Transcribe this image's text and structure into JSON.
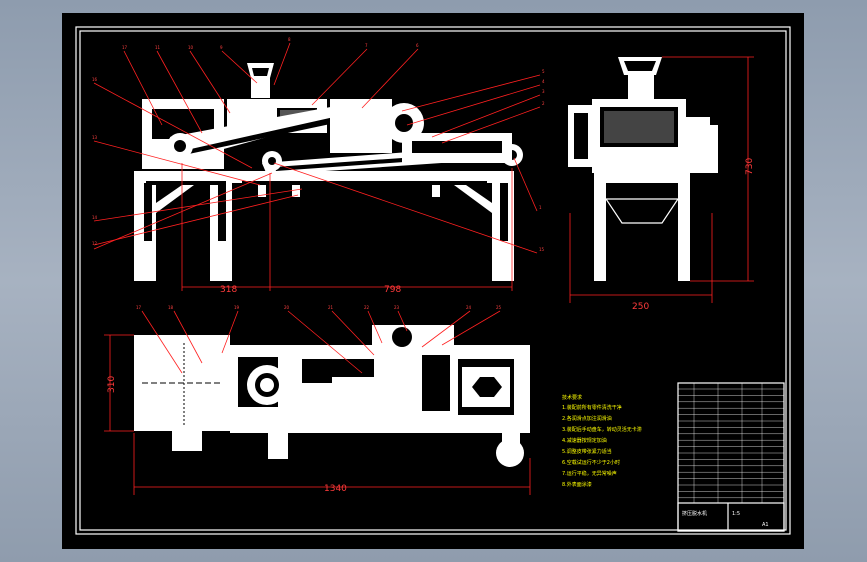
{
  "dimensions": {
    "front_left_width": "318",
    "front_right_width": "798",
    "side_width": "250",
    "side_height": "730",
    "top_length": "1340",
    "top_width": "310"
  },
  "callouts": {
    "front": [
      "17",
      "11",
      "10",
      "9",
      "8",
      "7",
      "6",
      "5",
      "4",
      "3",
      "2",
      "1",
      "15",
      "16",
      "13",
      "14",
      "12"
    ],
    "top": [
      "17",
      "18",
      "19",
      "20",
      "21",
      "22",
      "23",
      "24",
      "25"
    ]
  },
  "tech_notes": {
    "heading": "技术要求",
    "lines": [
      "1.装配前所有零件清洗干净",
      "2.各润滑点加注润滑油",
      "3.装配后手动盘车，转动灵活无卡滞",
      "4.减速器按规定加油",
      "5.调整皮带张紧力适当",
      "6.空载试运行不少于2小时",
      "7.运行平稳，无异常噪声",
      "8.外表面涂漆"
    ]
  },
  "title_block": {
    "drawing_name": "挤压脱水机",
    "scale": "1:5",
    "sheet": "A1"
  },
  "colors": {
    "background": "#000000",
    "outline": "#ffffff",
    "dimension": "#ff2020",
    "notes": "#ffff00"
  }
}
